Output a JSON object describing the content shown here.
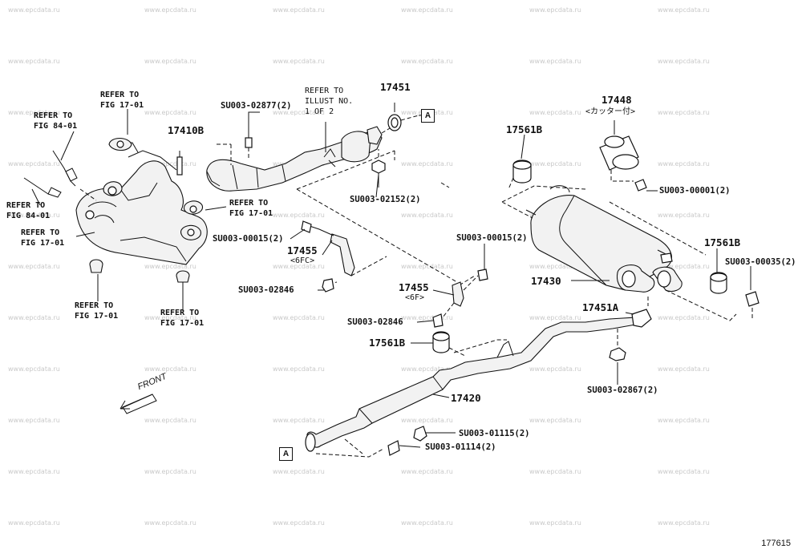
{
  "watermark": "www.epcdata.ru",
  "figure_number": "177615",
  "front_label": "FRONT",
  "connector_label": "A",
  "parts": {
    "p17451": "17451",
    "p17410B": "17410B",
    "p17448": "17448",
    "p17448_note": "<カッター付>",
    "p17561B_a": "17561B",
    "p17561B_b": "17561B",
    "p17561B_c": "17561B",
    "p17455_a": "17455",
    "p17455_a_note": "<6FC>",
    "p17455_b": "17455",
    "p17455_b_note": "<6F>",
    "p17430": "17430",
    "p17451A": "17451A",
    "p17420": "17420"
  },
  "bolts": {
    "b02877": "SU003-02877(2)",
    "b02152": "SU003-02152(2)",
    "b00001": "SU003-00001(2)",
    "b00015_a": "SU003-00015(2)",
    "b00015_b": "SU003-00015(2)",
    "b00035": "SU003-00035(2)",
    "b02846_a": "SU003-02846",
    "b02846_b": "SU003-02846",
    "b02867": "SU003-02867(2)",
    "b01115": "SU003-01115(2)",
    "b01114": "SU003-01114(2)"
  },
  "refs": {
    "r1701_top": "REFER TO\nFIG 17-01",
    "r8401_top": "REFER TO\nFIG 84-01",
    "r8401_left": "REFER TO\nFIG 84-01",
    "r1701_left": "REFER TO\nFIG 17-01",
    "r1701_mid": "REFER TO\nFIG 17-01",
    "r1701_bl": "REFER TO\nFIG 17-01",
    "r1701_br": "REFER TO\nFIG 17-01",
    "illust": "REFER TO\nILLUST NO.\n1 OF 2"
  }
}
